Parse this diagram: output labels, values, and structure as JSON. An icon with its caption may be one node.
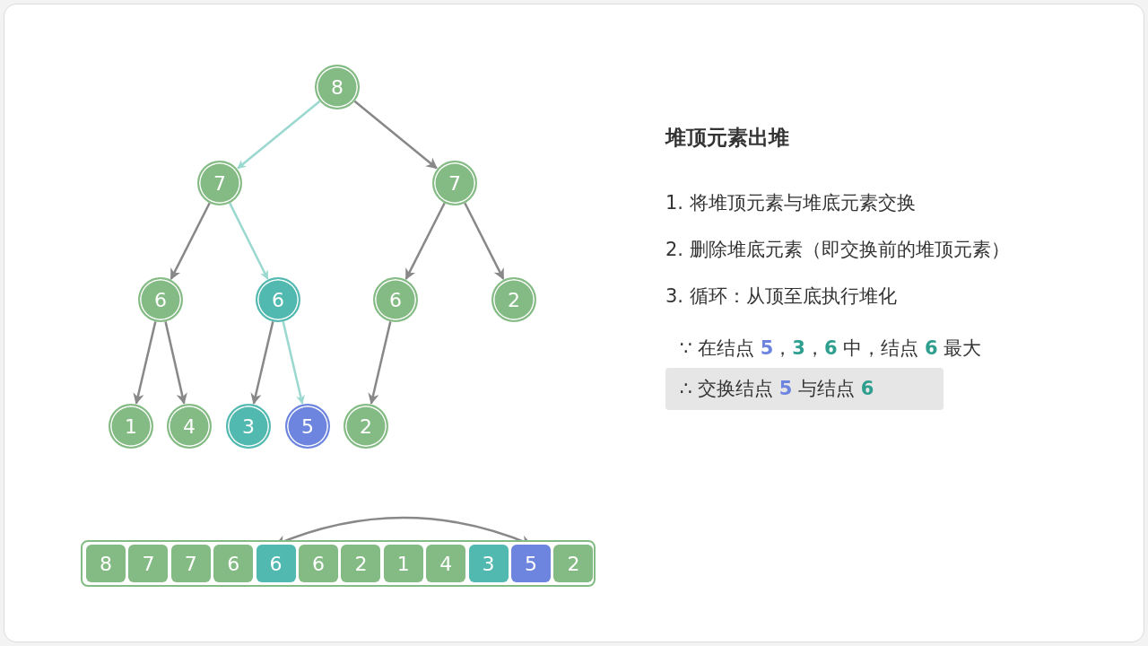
{
  "diagram": {
    "title": "堆顶元素出堆",
    "nodes": [
      {
        "text": [
          "8"
        ]
      },
      {
        "text": [
          "7"
        ]
      },
      {
        "text": [
          "7"
        ]
      },
      {
        "text": [
          "6"
        ]
      },
      {
        "text": [
          "6"
        ]
      },
      {
        "text": [
          "6"
        ]
      },
      {
        "text": [
          "2"
        ]
      },
      {
        "text": [
          "1"
        ]
      },
      {
        "text": [
          "4"
        ]
      },
      {
        "text": [
          "3"
        ]
      },
      {
        "text": [
          "5"
        ]
      },
      {
        "text": [
          "2"
        ]
      },
      {
        "text": [],
        "shape": "box"
      },
      {
        "text": [
          "8"
        ],
        "in": 12
      },
      {
        "text": [
          "7"
        ],
        "in": 12
      },
      {
        "text": [
          "7"
        ],
        "in": 12
      },
      {
        "text": [
          "6"
        ],
        "in": 12
      },
      {
        "text": [
          "6"
        ],
        "in": 12
      },
      {
        "text": [
          "6"
        ],
        "in": 12
      },
      {
        "text": [
          "2"
        ],
        "in": 12
      },
      {
        "text": [
          "1"
        ],
        "in": 12
      },
      {
        "text": [
          "4"
        ],
        "in": 12
      },
      {
        "text": [
          "3"
        ],
        "in": 12
      },
      {
        "text": [
          "5"
        ],
        "in": 12
      },
      {
        "text": [
          "2"
        ],
        "in": 12
      },
      {
        "text": [
          "∴ 交换结点 **5** 与结点 **6**"
        ]
      }
    ],
    "edges": [
      {
        "from": 0,
        "to": 1,
        "arrow": "to",
        "color": "#9ad8d0"
      },
      {
        "from": 0,
        "to": 2,
        "arrow": "to"
      },
      {
        "from": 1,
        "to": 3,
        "arrow": "to"
      },
      {
        "from": 1,
        "to": 4,
        "arrow": "to",
        "color": "#9ad8d0"
      },
      {
        "from": 2,
        "to": 5,
        "arrow": "to"
      },
      {
        "from": 2,
        "to": 6,
        "arrow": "to"
      },
      {
        "from": 3,
        "to": 7,
        "arrow": "to"
      },
      {
        "from": 3,
        "to": 8,
        "arrow": "to"
      },
      {
        "from": 4,
        "to": 9,
        "arrow": "to"
      },
      {
        "from": 4,
        "to": 10,
        "arrow": "to",
        "color": "#9ad8d0"
      },
      {
        "from": 5,
        "to": 11,
        "arrow": "to"
      },
      {
        "from": 23,
        "to": 17,
        "arrow": "both"
      }
    ],
    "labels": [
      "1. 将堆顶元素与堆底元素交换",
      "2. 删除堆底元素（即交换前的堆顶元素）",
      "3. 循环：从顶至底执行堆化",
      "∵ 在结点 **5**，**3**，**6** 中，结点 **6** 最大"
    ]
  }
}
